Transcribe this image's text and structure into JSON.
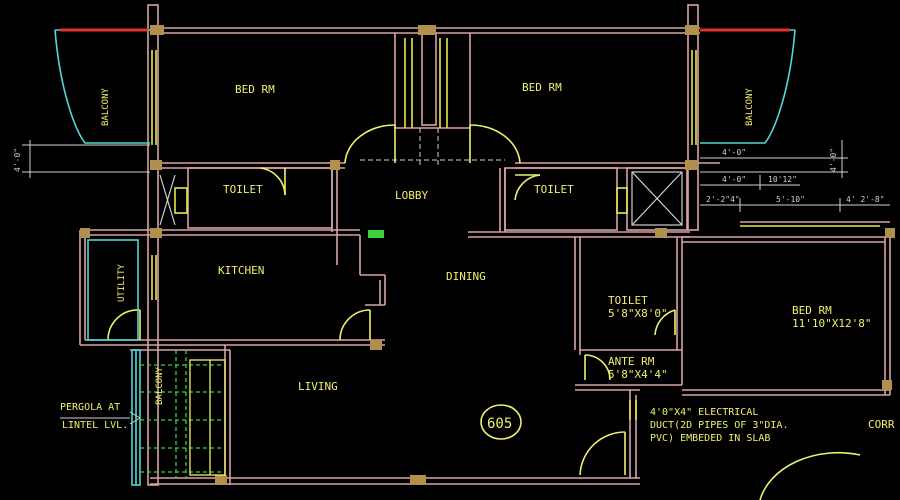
{
  "colors": {
    "background": "#000000",
    "wall": "#d9a3a3",
    "window": "#e8e84a",
    "door": "#f0f06a",
    "balcony": "#4fd6d6",
    "room_label": "#f0f06a",
    "dimension": "#d0d0d0",
    "pergola": "#3ecf3e",
    "red_line": "#e03030"
  },
  "rooms": {
    "bed_left": "BED RM",
    "bed_right": "BED RM",
    "toilet_left": "TOILET",
    "lobby": "LOBBY",
    "toilet_right": "TOILET",
    "kitchen": "KITCHEN",
    "dining": "DINING",
    "toilet_mid": "TOILET",
    "toilet_mid_size": "5'8\"X8'0\"",
    "bed_east": "BED RM",
    "bed_east_size": "11'10\"X12'8\"",
    "ante": "ANTE RM",
    "ante_size": "5'8\"X4'4\"",
    "living": "LIVING",
    "utility": "UTILITY",
    "balcony_left_top": "BALCONY",
    "balcony_right_top": "BALCONY",
    "balcony_left_bottom": "BALCONY"
  },
  "notes": {
    "pergola_line1": "PERGOLA AT",
    "pergola_line2": "LINTEL LVL.",
    "duct_line1": "4'0\"X4\" ELECTRICAL",
    "duct_line2": "DUCT(2D PIPES OF 3\"DIA.",
    "duct_line3": "PVC) EMBEDED IN SLAB",
    "corridor_fragment": "CORR",
    "unit_number": "605"
  },
  "dimensions": {
    "left_height": "4'-0\"",
    "right_height": "4'-0\"",
    "right_a": "4'-0\"",
    "right_b": "4'-0\"",
    "right_c": "10'12\"",
    "right_d": "2'-2\"4\"",
    "right_e": "5'-10\"",
    "right_f": "4' 2'-8\""
  }
}
